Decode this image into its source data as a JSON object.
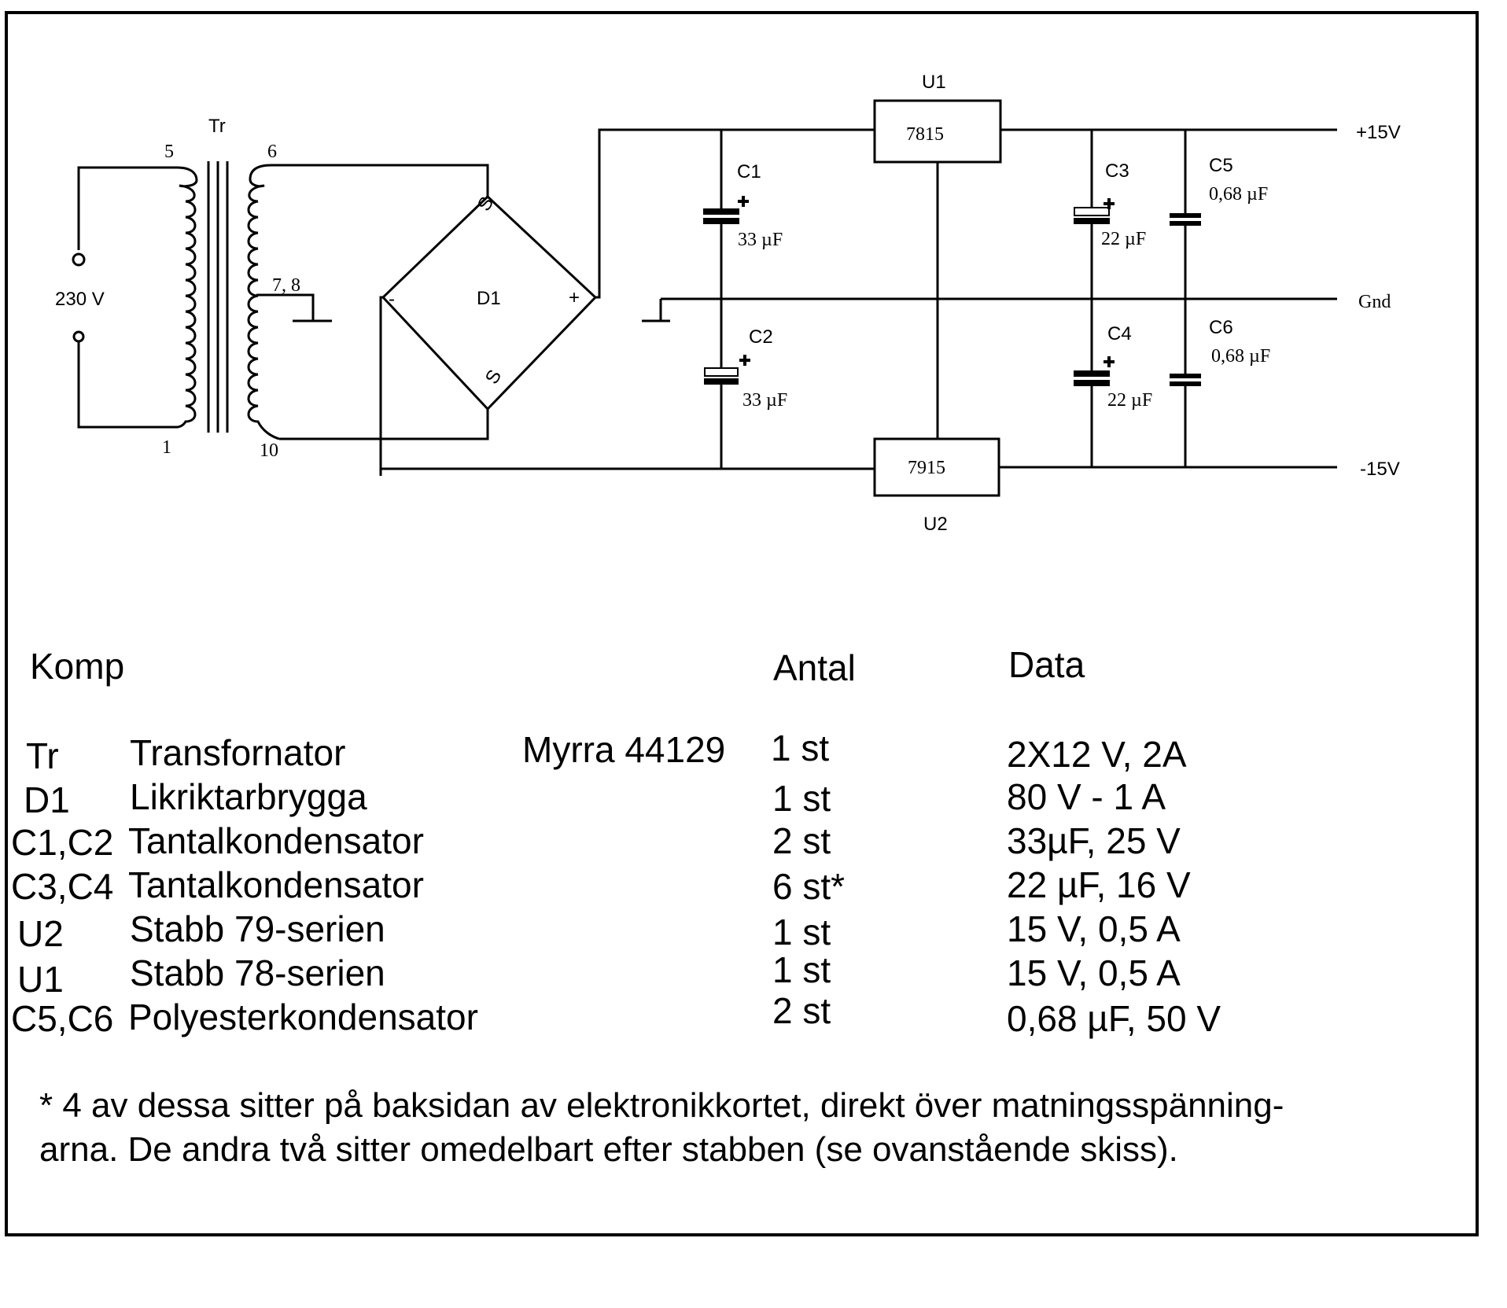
{
  "schematic": {
    "transformer": {
      "label": "Tr",
      "pin_5": "5",
      "pin_6": "6",
      "pin_1": "1",
      "pin_10": "10",
      "pin_78": "7, 8"
    },
    "input_voltage": "230 V",
    "bridge": {
      "label": "D1",
      "minus": "-",
      "plus": "+",
      "s_top": "S",
      "s_bottom": "S"
    },
    "c1": {
      "label": "C1",
      "value": "33 µF"
    },
    "c2": {
      "label": "C2",
      "value": "33 µF"
    },
    "c3": {
      "label": "C3",
      "value": "22 µF"
    },
    "c4": {
      "label": "C4",
      "value": "22 µF"
    },
    "c5": {
      "label": "C5",
      "value": "0,68 µF"
    },
    "c6": {
      "label": "C6",
      "value": "0,68 µF"
    },
    "u1": {
      "label": "U1",
      "part": "7815"
    },
    "u2": {
      "label": "U2",
      "part": "7915"
    },
    "rails": {
      "pos": "+15V",
      "gnd": "Gnd",
      "neg": "-15V"
    }
  },
  "table": {
    "headers": {
      "komp": "Komp",
      "antal": "Antal",
      "data": "Data"
    },
    "rows": [
      {
        "komp": "Tr",
        "name": "Transfornator",
        "model": "Myrra 44129",
        "antal": "1 st",
        "data": "2X12 V, 2A"
      },
      {
        "komp": "D1",
        "name": "Likriktarbrygga",
        "model": "",
        "antal": "1 st",
        "data": "80 V - 1 A"
      },
      {
        "komp": "C1,C2",
        "name": "Tantalkondensator",
        "model": "",
        "antal": "2 st",
        "data": "33µF, 25 V"
      },
      {
        "komp": "C3,C4",
        "name": "Tantalkondensator",
        "model": "",
        "antal": "6 st*",
        "data": "22 µF, 16 V"
      },
      {
        "komp": "U2",
        "name": "Stabb 79-serien",
        "model": "",
        "antal": "1 st",
        "data": "15 V, 0,5 A"
      },
      {
        "komp": "U1",
        "name": "Stabb 78-serien",
        "model": "",
        "antal": "1 st",
        "data": "15 V, 0,5 A"
      },
      {
        "komp": "C5,C6",
        "name": "Polyesterkondensator",
        "model": "",
        "antal": "2 st",
        "data": "0,68 µF, 50 V"
      }
    ]
  },
  "footnote": {
    "line1": "* 4 av dessa sitter på baksidan av elektronikkortet, direkt över matningsspänning-",
    "line2": "arna. De andra två sitter omedelbart efter stabben (se ovanstående skiss)."
  }
}
